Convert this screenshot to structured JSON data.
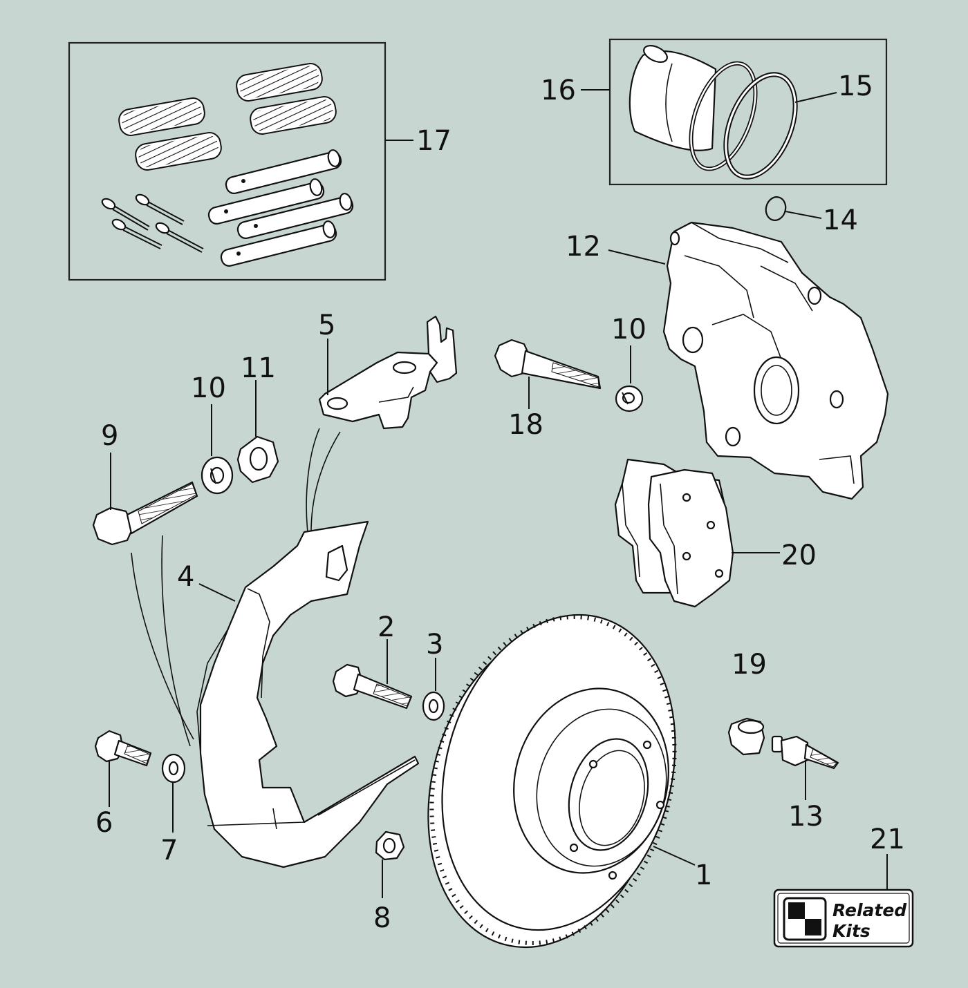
{
  "background_color": "#c7d6d0",
  "line_color": "#111111",
  "callouts": {
    "c1": "1",
    "c2": "2",
    "c3": "3",
    "c4": "4",
    "c5": "5",
    "c6": "6",
    "c7": "7",
    "c8": "8",
    "c9": "9",
    "c10a": "10",
    "c10b": "10",
    "c11": "11",
    "c12": "12",
    "c13": "13",
    "c14": "14",
    "c15": "15",
    "c16": "16",
    "c17": "17",
    "c18": "18",
    "c19": "19",
    "c20": "20",
    "c21": "21"
  },
  "related_kits": {
    "line1": "Related",
    "line2": "Kits",
    "icon": "checkered-flag-icon"
  }
}
